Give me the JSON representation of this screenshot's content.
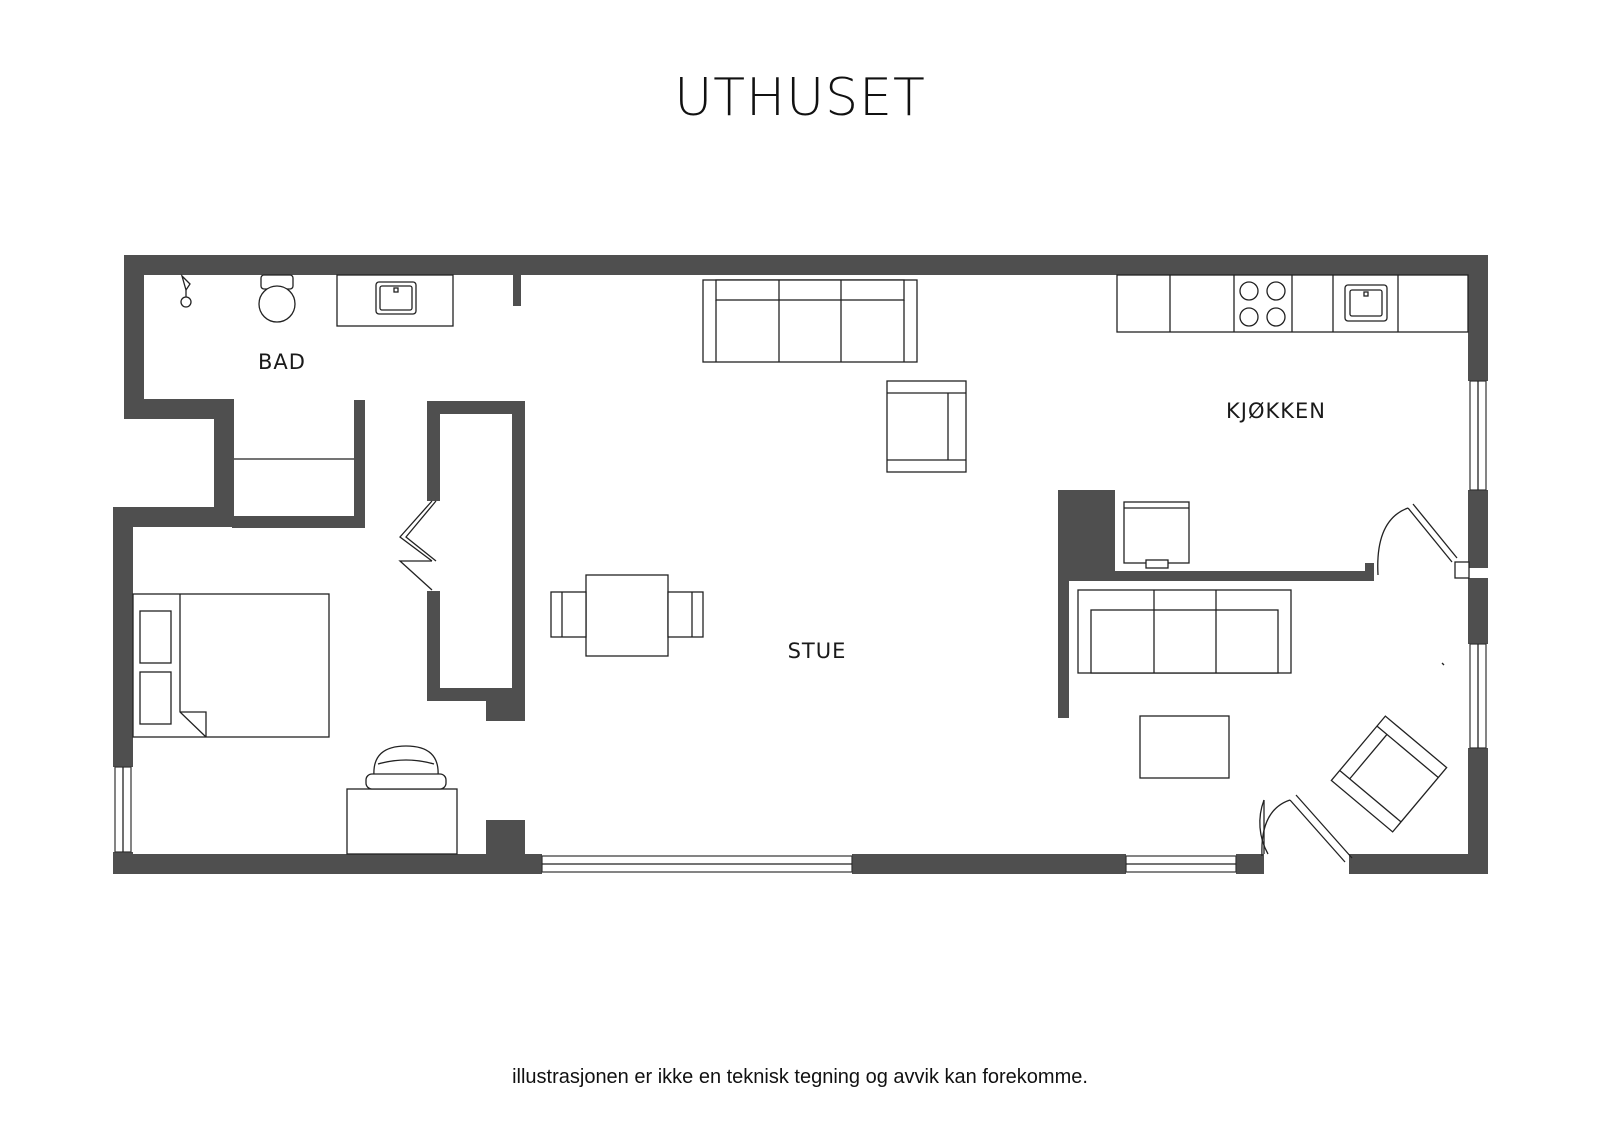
{
  "title": "UTHUSET",
  "rooms": {
    "bad": "BAD",
    "kjokken": "KJØKKEN",
    "stue": "STUE"
  },
  "disclaimer": "illustrasjonen er ikke en teknisk tegning og avvik kan forekomme.",
  "colors": {
    "wall": "#4f4f4f",
    "line": "#222222",
    "background": "#ffffff"
  }
}
